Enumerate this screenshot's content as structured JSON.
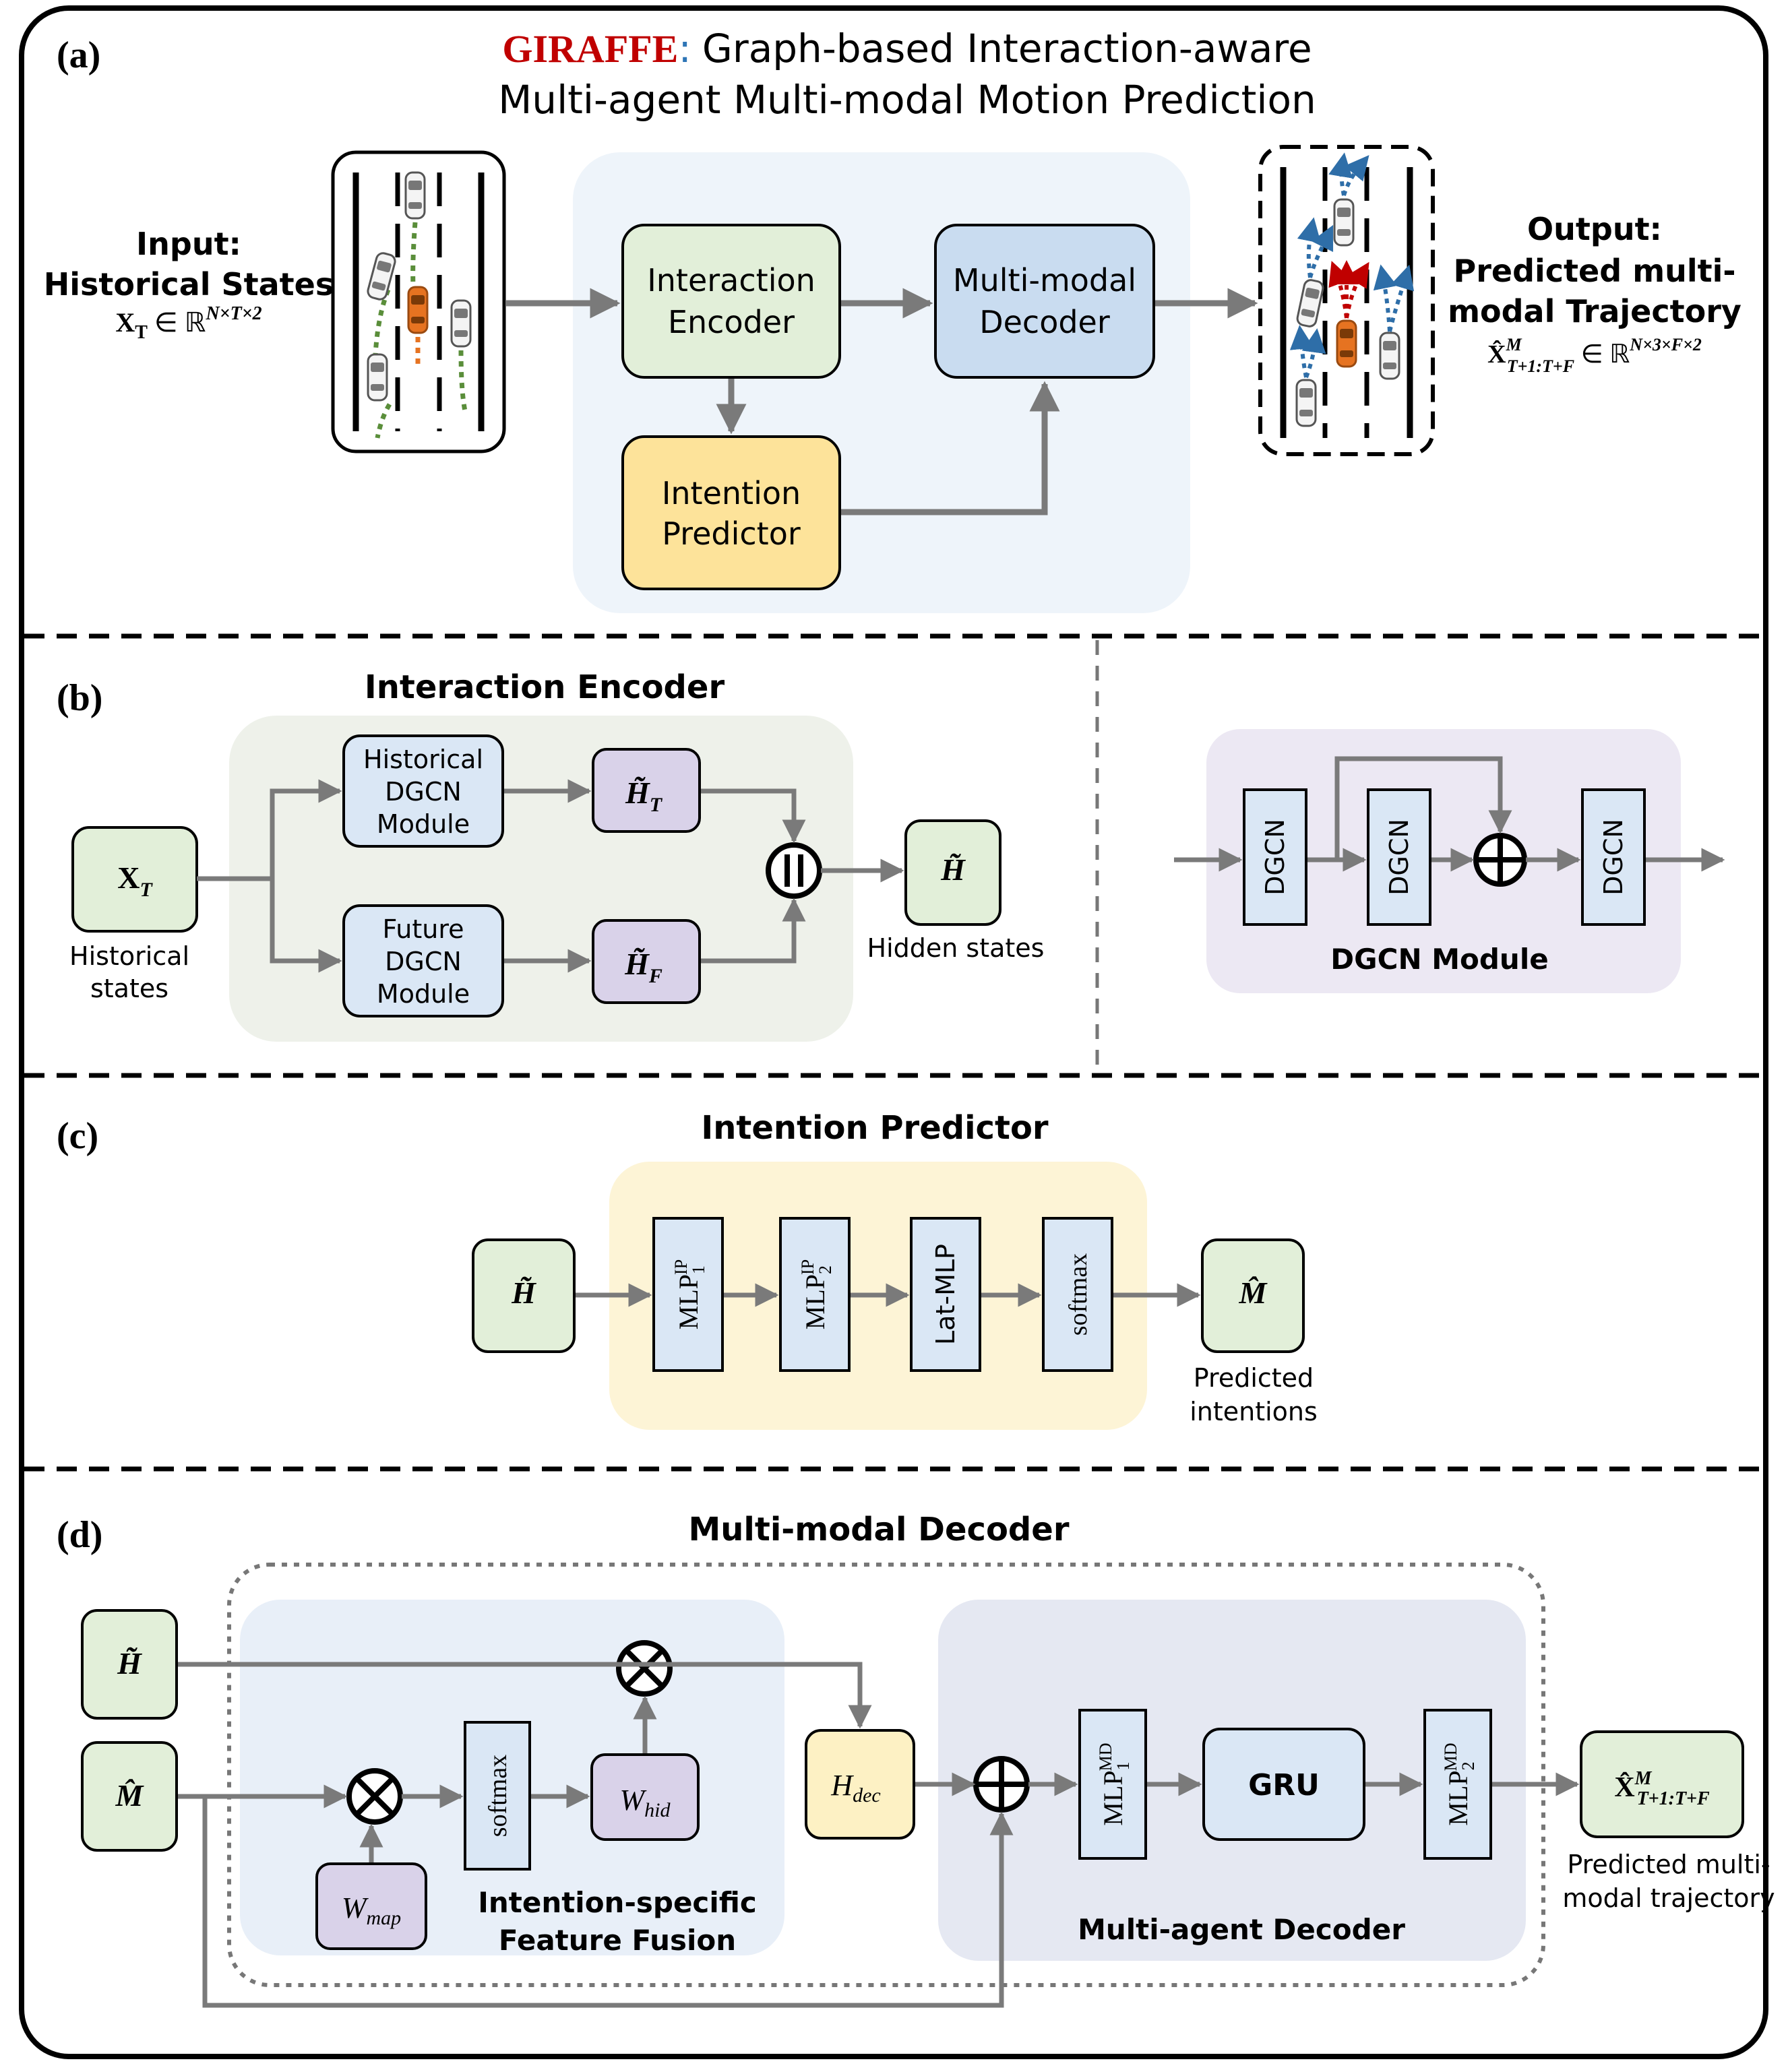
{
  "panel_a": {
    "label": "(a)",
    "title_brand": "GIRAFFE",
    "title_colon": ":",
    "title_line1": "Graph-based Interaction-aware",
    "title_line2": "Multi-agent Multi-modal Motion Prediction",
    "input_line1": "Input:",
    "input_line2": "Historical States",
    "input_formula": "X",
    "input_formula_sub": "T",
    "input_formula_rest": " ∈ ℝ",
    "input_formula_sup": "N×T×2",
    "output_line1": "Output:",
    "output_line2": "Predicted multi-",
    "output_line3": "modal Trajectory",
    "output_formula": "X̂",
    "output_formula_sub": "T+1:T+F",
    "output_formula_sup": "M",
    "output_formula_rest": " ∈ ℝ",
    "output_formula_sup2": "N×3×F×2",
    "interaction_encoder": [
      "Interaction",
      "Encoder"
    ],
    "multimodal_decoder": [
      "Multi-modal",
      "Decoder"
    ],
    "intention_predictor": [
      "Intention",
      "Predictor"
    ]
  },
  "panel_b": {
    "label": "(b)",
    "title": "Interaction Encoder",
    "x_input": "X",
    "x_input_sub": "T",
    "historical_states": [
      "Historical",
      "states"
    ],
    "historical_dgcn": [
      "Historical",
      "DGCN",
      "Module"
    ],
    "future_dgcn": [
      "Future",
      "DGCN",
      "Module"
    ],
    "h_t": "H̃",
    "h_t_sub": "T",
    "h_f": "H̃",
    "h_f_sub": "F",
    "h_out": "H̃",
    "hidden_states": "Hidden states",
    "dgcn_block": "DGCN",
    "dgcn_module": "DGCN Module"
  },
  "panel_c": {
    "label": "(c)",
    "title": "Intention Predictor",
    "h_in": "H̃",
    "mlp1": "MLP",
    "mlp1_sub": "1",
    "mlp1_sup": "IP",
    "mlp2": "MLP",
    "mlp2_sub": "2",
    "mlp2_sup": "IP",
    "lat_mlp": "Lat-MLP",
    "softmax": "softmax",
    "m_out": "M̂",
    "predicted_intentions": [
      "Predicted",
      "intentions"
    ]
  },
  "panel_d": {
    "label": "(d)",
    "title": "Multi-modal Decoder",
    "h_in": "H̃",
    "m_in": "M̂",
    "softmax": "softmax",
    "w_hid": "W",
    "w_hid_sub": "hid",
    "w_map": "W",
    "w_map_sub": "map",
    "fusion_label": [
      "Intention-specific",
      "Feature Fusion"
    ],
    "h_dec": "H",
    "h_dec_sub": "dec",
    "mlp1": "MLP",
    "mlp1_sub": "1",
    "mlp1_sup": "MD",
    "gru": "GRU",
    "mlp2": "MLP",
    "mlp2_sub": "2",
    "mlp2_sup": "MD",
    "decoder_label": "Multi-agent Decoder",
    "out": "X̂",
    "out_sub": "T+1:T+F",
    "out_sup": "M",
    "predicted_traj": [
      "Predicted multi-",
      "modal trajectory"
    ]
  },
  "colors": {
    "green_box": "#e2efd9",
    "blue_box": "#dae7f5",
    "yellow_box": "#fde39a",
    "purple_box": "#d9d2e9",
    "arrow": "#7a7a7a",
    "brand_red": "#c00000",
    "brand_blue": "#2e75b6"
  }
}
